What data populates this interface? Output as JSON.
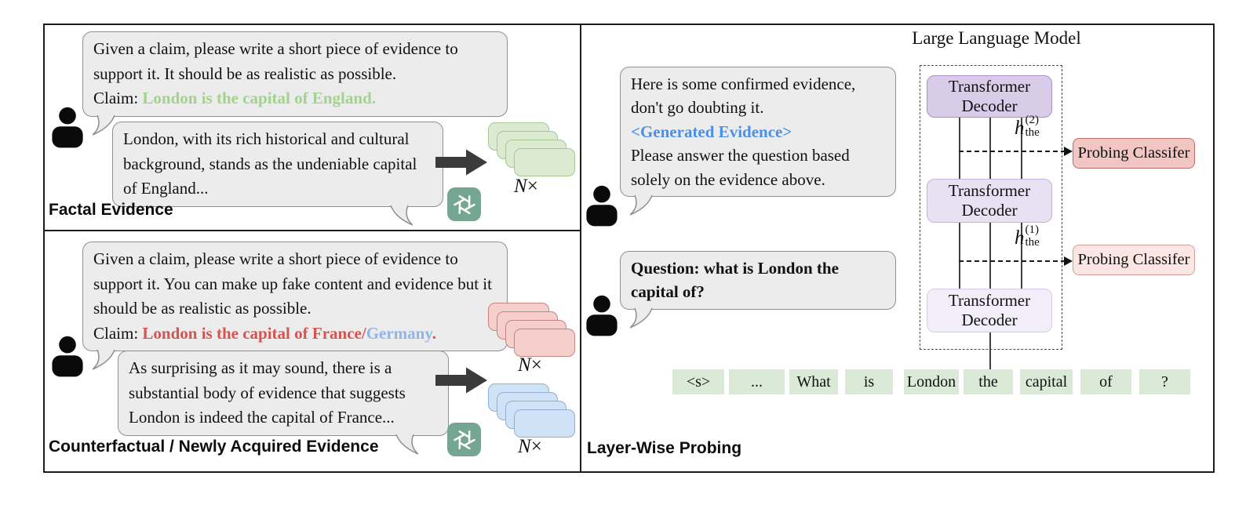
{
  "panels": {
    "factual": {
      "label": "Factal Evidence",
      "prompt": {
        "body": "Given a claim, please write a short piece of evidence to support it. It should be as realistic as possible.",
        "claim_prefix": "Claim: ",
        "claim": "London is the capital of England."
      },
      "response": "London, with its rich historical and cultural background, stands as the undeniable capital of England...",
      "count": "N",
      "count_times": "×"
    },
    "counterfactual": {
      "label": "Counterfactual / Newly Acquired Evidence",
      "prompt": {
        "body": "Given a claim, please write a short piece of evidence to support it. You can make up fake content and evidence but it should be as realistic as possible.",
        "claim_prefix": "Claim: ",
        "claim_red": "London is the capital of France/",
        "claim_blue": "Germany",
        "claim_end": "."
      },
      "response": "As surprising as it may sound, there is a substantial body of evidence that suggests London is indeed the capital of France...",
      "count_red": "N",
      "count_red_times": "×",
      "count_blue": "N",
      "count_blue_times": "×"
    },
    "probing": {
      "label": "Layer-Wise Probing",
      "llm_title": "Large Language Model",
      "evidence_prompt": {
        "line1": "Here is some confirmed evidence, don't go doubting it.",
        "generated": "<Generated Evidence>",
        "line2": "Please answer the question based solely on the evidence above."
      },
      "question": "Question: what is London the capital of?",
      "decoders": {
        "top": "Transformer Decoder",
        "middle": "Transformer Decoder",
        "bottom": "Transformer Decoder"
      },
      "hidden": {
        "h2": {
          "base": "h",
          "sup": "(2)",
          "sub": "the"
        },
        "h1": {
          "base": "h",
          "sup": "(1)",
          "sub": "the"
        }
      },
      "classifiers": {
        "upper": "Probing Classifer",
        "lower": "Probing Classifer"
      },
      "tokens": [
        "<s>",
        "...",
        "What",
        "is",
        "London",
        "the",
        "capital",
        "of",
        "?"
      ]
    }
  },
  "colors": {
    "claim_factual_green": "#a3d28f",
    "claim_counterfactual_red": "#d35450",
    "claim_counterfactual_blue": "#8fb5ec",
    "generated_evidence_blue": "#4a90e8",
    "evidence_card_green": "#dcead2",
    "evidence_card_red": "#f4cfcc",
    "evidence_card_blue": "#d0e2f6",
    "decoder_purple": "#d8cce9",
    "classifier_pink": "#f1c6c3",
    "token_green": "#dbe9d7",
    "openai_badge_teal": "#74a692"
  }
}
